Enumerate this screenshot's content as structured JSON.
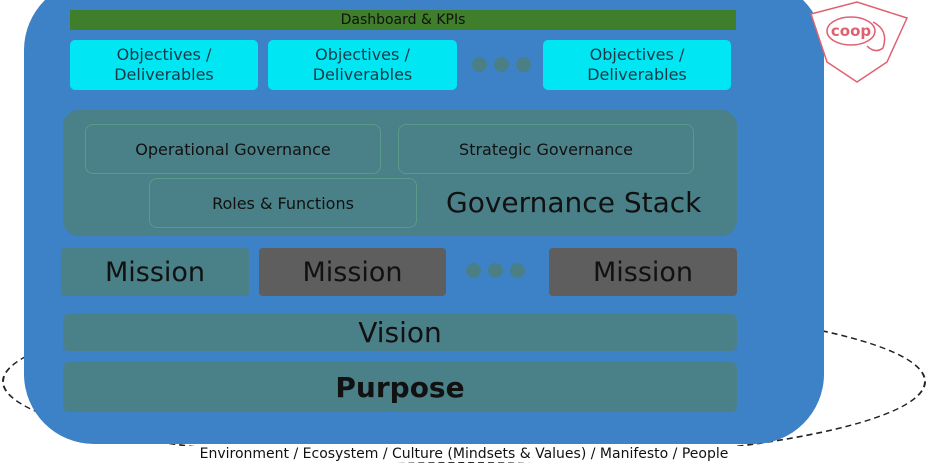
{
  "dashboard": "Dashboard & KPIs",
  "objectives": [
    "Objectives /\nDeliverables",
    "Objectives /\nDeliverables",
    "Objectives /\nDeliverables"
  ],
  "governance": {
    "operational": "Operational Governance",
    "strategic": "Strategic Governance",
    "roles": "Roles & Functions",
    "title": "Governance Stack"
  },
  "missions": [
    "Mission",
    "Mission",
    "Mission"
  ],
  "vision": "Vision",
  "purpose": "Purpose",
  "environment": "Environment / Ecosystem / Culture (Mindsets & Values)  / Manifesto / People",
  "logo_text": "coop",
  "colors": {
    "outer": "#3d82c6",
    "layer": "#4a8088",
    "objective": "#00e6f2",
    "dashboard": "#3f7e2a",
    "mission_dark": "#5e5e5e",
    "logo": "#e06070"
  }
}
